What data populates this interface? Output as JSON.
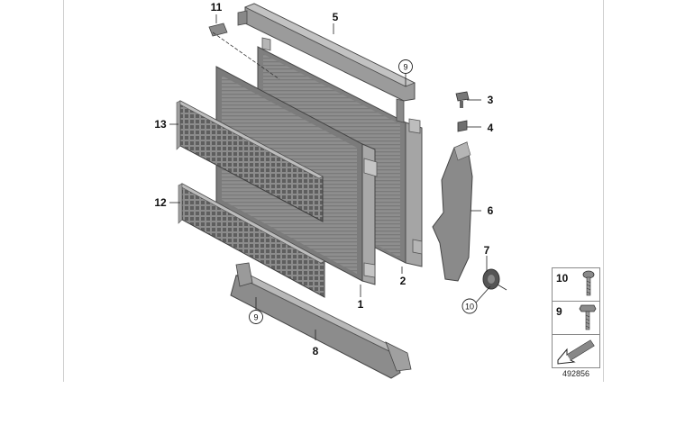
{
  "callouts": [
    "1",
    "2",
    "3",
    "4",
    "5",
    "6",
    "7",
    "8",
    "11",
    "12",
    "13"
  ],
  "circled": [
    "9",
    "9",
    "10"
  ],
  "legend": [
    {
      "number": "10",
      "icon": "screw-icon"
    },
    {
      "number": "9",
      "icon": "bolt-icon"
    },
    {
      "number": "",
      "icon": "arrow-icon"
    }
  ],
  "part_number": "492856"
}
